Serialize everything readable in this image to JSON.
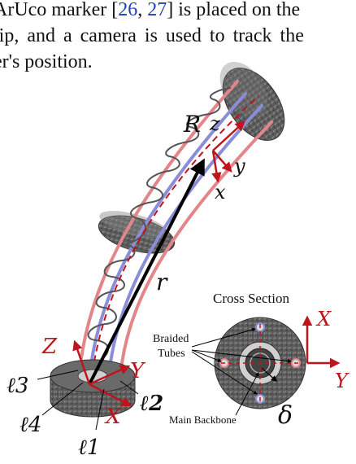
{
  "paragraph": {
    "line1_pre": "ArUco marker [",
    "cite1": "26",
    "cite_sep": ", ",
    "cite2": "27",
    "line1_post": "] is placed on the",
    "line2": "tip, and a camera is used to track the",
    "line3": "er's position."
  },
  "figure": {
    "labels": {
      "R": "R",
      "z": "z",
      "y": "y",
      "x": "x",
      "r": "r",
      "Z": "Z",
      "Y": "Y",
      "X": "X",
      "l1": "ℓ1",
      "l2": "ℓ2",
      "l3": "ℓ3",
      "l4": "ℓ4"
    },
    "cross_section": {
      "title": "Cross Section",
      "braided_tubes_line1": "Braided",
      "braided_tubes_line2": "Tubes",
      "main_backbone": "Main Backbone",
      "delta": "δ",
      "X": "X",
      "Y": "Y"
    }
  },
  "colors": {
    "tube_red": "#e3868a",
    "tube_blue": "#8a8ed8",
    "axis_red": "#c0141c",
    "disk_gray": "#5a5a5a"
  }
}
